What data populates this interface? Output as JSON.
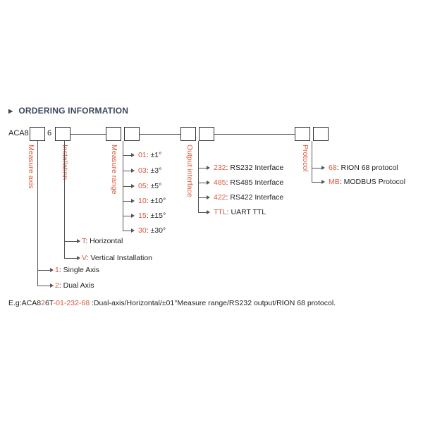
{
  "section_title": "ORDERING INFORMATION",
  "model_prefix": "ACA8",
  "fixed_digit": "6",
  "labels": {
    "measure_axis": "Measure axis",
    "installation": "Installatinn",
    "measure_range": "Measure range",
    "output_interface": "Output interface",
    "protocol": "Protocol"
  },
  "axis_options": [
    {
      "code": "1",
      "text": ": Single Axis"
    },
    {
      "code": "2",
      "text": ": Dual Axis"
    }
  ],
  "installation_options": [
    {
      "code": "T",
      "text": ": Horizontal"
    },
    {
      "code": "V",
      "text": ": Vertical Installation"
    }
  ],
  "range_options": [
    {
      "code": "01",
      "text": ":  ±1°"
    },
    {
      "code": "03",
      "text": ":  ±3°"
    },
    {
      "code": "05",
      "text": ":  ±5°"
    },
    {
      "code": "10",
      "text": ":  ±10°"
    },
    {
      "code": "15",
      "text": ":  ±15°"
    },
    {
      "code": "30",
      "text": ":  ±30°"
    }
  ],
  "output_options": [
    {
      "code": "232",
      "text": ": RS232 Interface"
    },
    {
      "code": "485",
      "text": ": RS485 Interface"
    },
    {
      "code": "422",
      "text": ": RS422 Interface"
    },
    {
      "code": "TTL",
      "text": ":  UART TTL"
    }
  ],
  "protocol_options": [
    {
      "code": "68",
      "text": ": RION 68 protocol"
    },
    {
      "code": "MB",
      "text": ":  MODBUS Protocol"
    }
  ],
  "example": {
    "prefix": "E.g:ACA8",
    "axis": "2",
    "fixed": "6",
    "install": "T",
    "sep1": "-",
    "range": "01",
    "sep2": "-",
    "output": "232",
    "sep3": "-",
    "protocol": "68",
    "description": " :Dual-axis/Horizontal/±01°Measure   range/RS232   output/RION   68 protocol."
  }
}
